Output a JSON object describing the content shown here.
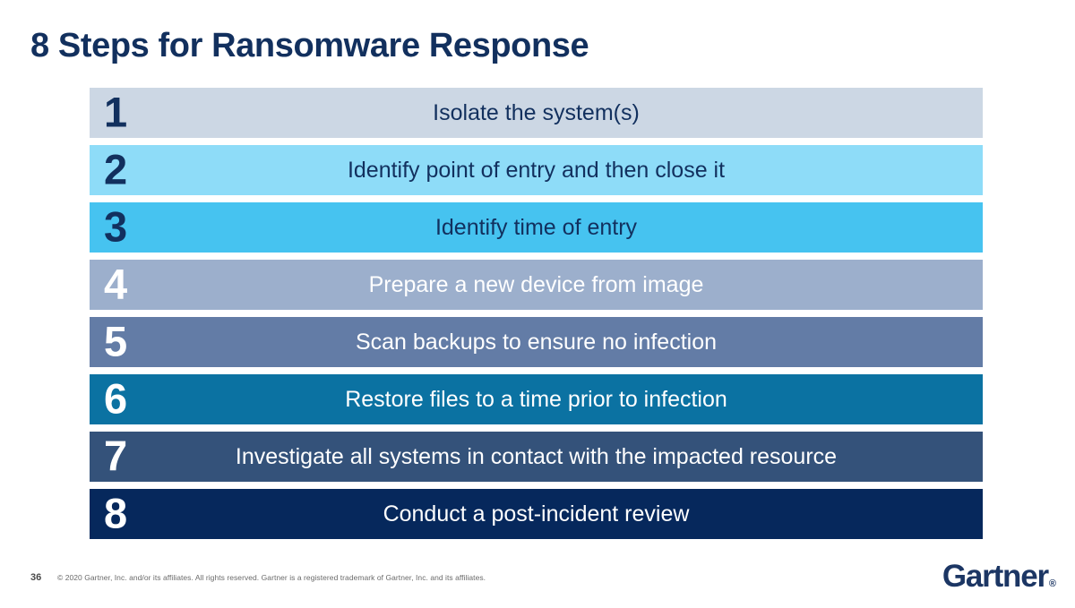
{
  "slide": {
    "title": "8 Steps for Ransomware Response",
    "title_color": "#12305e",
    "background_color": "#ffffff"
  },
  "steps": [
    {
      "number": "1",
      "label": "Isolate the system(s)",
      "bg_color": "#ccd7e4",
      "number_color": "#12305e",
      "text_color": "#12305e"
    },
    {
      "number": "2",
      "label": "Identify point of entry and then close it",
      "bg_color": "#8edcf8",
      "number_color": "#12305e",
      "text_color": "#12305e"
    },
    {
      "number": "3",
      "label": "Identify time of entry",
      "bg_color": "#46c3f0",
      "number_color": "#12305e",
      "text_color": "#12305e"
    },
    {
      "number": "4",
      "label": "Prepare a new device from image",
      "bg_color": "#9cafcc",
      "number_color": "#ffffff",
      "text_color": "#ffffff"
    },
    {
      "number": "5",
      "label": "Scan backups to ensure no infection",
      "bg_color": "#637ca6",
      "number_color": "#ffffff",
      "text_color": "#ffffff"
    },
    {
      "number": "6",
      "label": "Restore files to a time prior to infection",
      "bg_color": "#0b72a2",
      "number_color": "#ffffff",
      "text_color": "#ffffff"
    },
    {
      "number": "7",
      "label": "Investigate all systems in contact with the impacted resource",
      "bg_color": "#34527a",
      "number_color": "#ffffff",
      "text_color": "#ffffff"
    },
    {
      "number": "8",
      "label": "Conduct a post-incident review",
      "bg_color": "#06285c",
      "number_color": "#ffffff",
      "text_color": "#ffffff"
    }
  ],
  "footer": {
    "page_number": "36",
    "copyright": "© 2020 Gartner, Inc. and/or its affiliates. All rights reserved. Gartner is a registered trademark of Gartner, Inc. and its affiliates.",
    "logo_text": "Gartner",
    "logo_mark": "®",
    "logo_color": "#1c3664"
  }
}
